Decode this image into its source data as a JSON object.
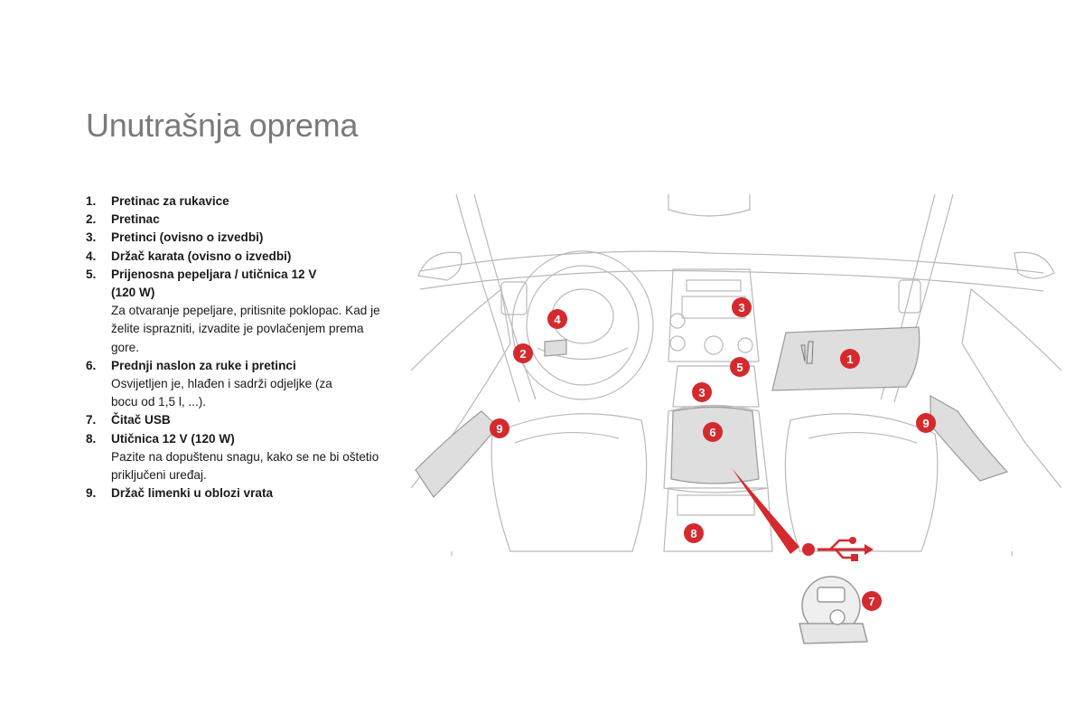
{
  "page": {
    "title": "Unutrašnja oprema"
  },
  "items": [
    {
      "num": "1.",
      "label": "Pretinac za rukavice",
      "desc": ""
    },
    {
      "num": "2.",
      "label": "Pretinac",
      "desc": ""
    },
    {
      "num": "3.",
      "label": "Pretinci (ovisno o izvedbi)",
      "desc": ""
    },
    {
      "num": "4.",
      "label": "Držač karata (ovisno o izvedbi)",
      "desc": ""
    },
    {
      "num": "5.",
      "label": "Prijenosna pepeljara / utičnica 12 V (120 W)",
      "desc": "Za otvaranje pepeljare, pritisnite poklopac. Kad je želite isprazniti, izvadite je povlačenjem prema gore."
    },
    {
      "num": "6.",
      "label": "Prednji naslon za ruke i pretinci",
      "desc": "Osvijetljen je, hlađen i sadrži odjeljke (za bocu od 1,5 l, ...)."
    },
    {
      "num": "7.",
      "label": "Čitač USB",
      "desc": ""
    },
    {
      "num": "8.",
      "label": "Utičnica 12 V (120 W)",
      "desc": "Pazite na dopuštenu snagu, kako se ne bi oštetio priključeni uređaj."
    },
    {
      "num": "9.",
      "label": "Držač limenki u oblozi vrata",
      "desc": ""
    }
  ],
  "figure": {
    "badges": [
      "1",
      "2",
      "3",
      "3",
      "4",
      "5",
      "6",
      "7",
      "8",
      "9",
      "9"
    ],
    "accent_color": "#d42a2e",
    "usb_icon": "usb-icon"
  }
}
